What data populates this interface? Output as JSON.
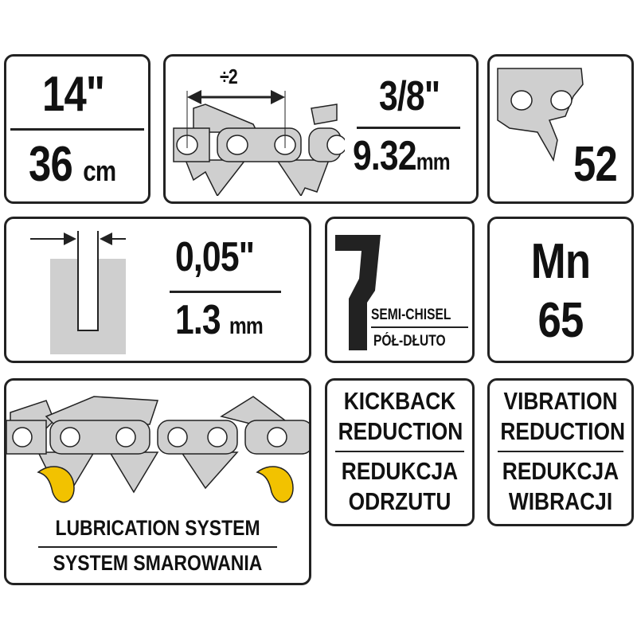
{
  "bar_length": {
    "inches": "14\"",
    "cm_value": "36",
    "cm_unit": "cm"
  },
  "pitch": {
    "divider_label": "÷2",
    "inches": "3/8\"",
    "mm_value": "9.32",
    "mm_unit": "mm"
  },
  "drive_links": {
    "count": "52"
  },
  "gauge": {
    "inches": "0,05\"",
    "mm_value": "1.3",
    "mm_unit": "mm"
  },
  "cutter_type": {
    "en": "SEMI-CHISEL",
    "pl": "PÓŁ-DŁUTO"
  },
  "material": {
    "element": "Mn",
    "grade": "65"
  },
  "lubrication": {
    "en": "LUBRICATION SYSTEM",
    "pl": "SYSTEM SMAROWANIA"
  },
  "kickback": {
    "en1": "KICKBACK",
    "en2": "REDUCTION",
    "pl1": "REDUKCJA",
    "pl2": "ODRZUTU"
  },
  "vibration": {
    "en1": "VIBRATION",
    "en2": "REDUCTION",
    "pl1": "REDUKCJA",
    "pl2": "WIBRACJI"
  },
  "colors": {
    "border": "#222222",
    "steel": "#cfcfcf",
    "oil": "#f2c200"
  }
}
